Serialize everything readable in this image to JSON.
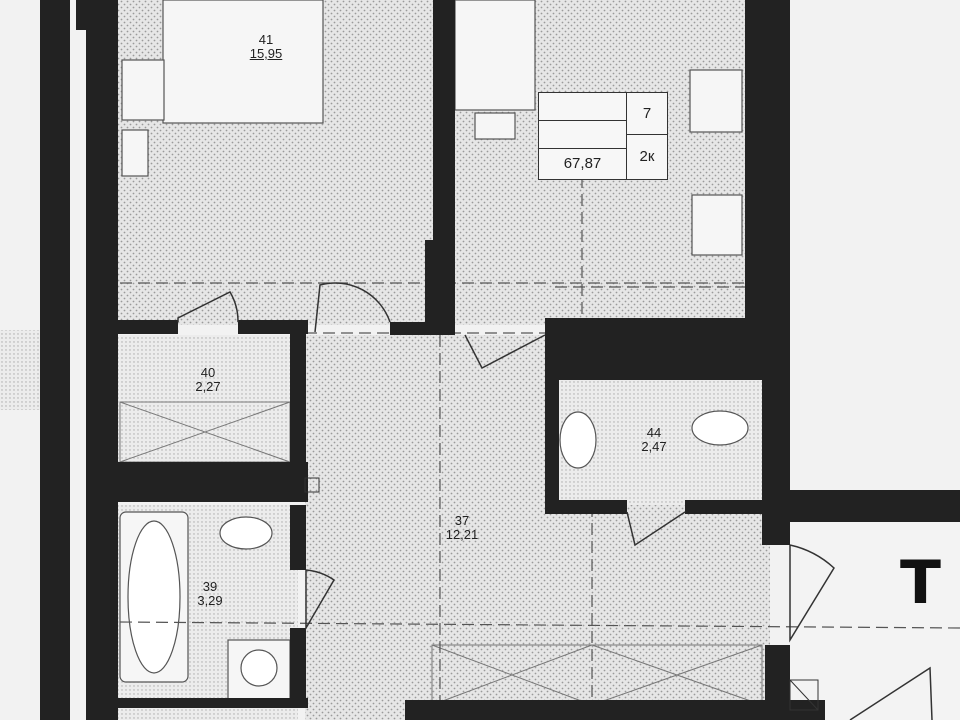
{
  "rooms": [
    {
      "id": "41",
      "number": "41",
      "area": "15,95"
    },
    {
      "id": "40",
      "number": "40",
      "area": "2,27"
    },
    {
      "id": "39",
      "number": "39",
      "area": "3,29"
    },
    {
      "id": "37",
      "number": "37",
      "area": "12,21"
    },
    {
      "id": "44",
      "number": "44",
      "area": "2,47"
    }
  ],
  "apartment_card": {
    "number": "7",
    "rooms": "2к",
    "area": "67,87"
  },
  "stair_mark": "T",
  "colors": {
    "wall": "#222222",
    "floor_tile": "#bdbdbd",
    "background": "#f2f2f2",
    "line": "#333333"
  }
}
